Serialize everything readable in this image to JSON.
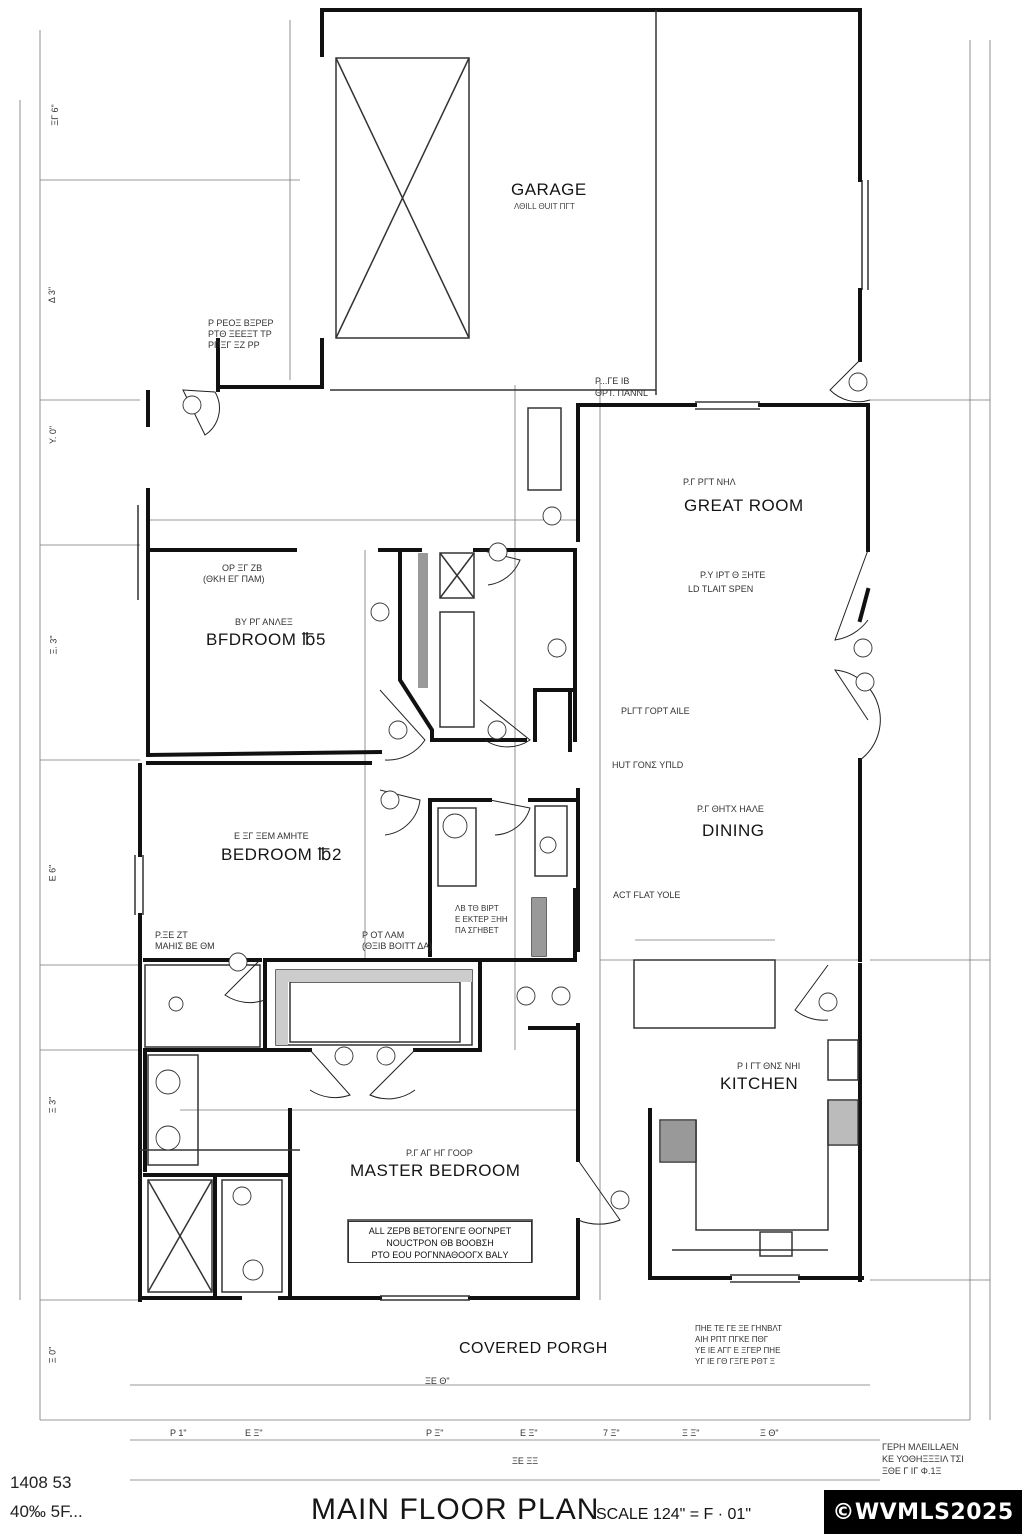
{
  "rooms": {
    "garage": "GARAGE",
    "great_room": "GREAT ROOM",
    "bedroom3": "BFDROOM ℔5",
    "bedroom2": "BEDROOM ℔2",
    "dining": "DINING",
    "kitchen": "KITCHEN",
    "master_bedroom": "MASTER BEDROOM",
    "covered_porch": "COVERED PORGH"
  },
  "notes": {
    "garage_sub": "ΛΘΙLL ΘUIT ΠΓΤ",
    "great_room_sub": "LD TLAIT SPEN",
    "great_room_top": "Ρ.Γ ΡΓΤ ΝΗΛ",
    "great_room_mid": "Ρ.Υ ΙΡΤ Θ ΞΗΤΕ",
    "bedroom3_top": "ΟΡ ΞΓ ΖΒ",
    "bedroom3_sub": "(ΘΚΗ ΕΓ ΠΑΜ)",
    "bedroom3_mid": "ΒΥ ΡΓ ΑΝΛΕΞ",
    "bedroom2_top": "Ε ΞΓ ΞΕΜ ΑΜΗΤΕ",
    "dining_top": "Ρ.Γ ΘΗΤΧ ΗΑΛΕ",
    "plt_lors_aile": "ΡLΓΤ ΓΟΡΤ ΑΙLΕ",
    "hut_ions_yuild": "ΗUΤ ΓΟΝΣ ΥΠLD",
    "act_flat_yole": "ΑCΤ FLΑΤ ΥΟLΕ",
    "kitchen_top": "Ρ Ι ΓΤ ΘΝΣ ΝΗΙ",
    "master_top": "Ρ.Γ ΑΓ ΗΓ ΓΟΟΡ",
    "master_box": "ALL ZΕΡΒ ΒΕΤΟΓΕΝΓΕ ΘΟΓΝΡΕΤ\nΝΟUCΤΡΟΝ ΘΒ ΒΟΟΒΣΗ\nΡΤΟ ΕΟU ΡΟΓΝΝΑΘΟΟΓΧ ΒΑLΥ",
    "bath_left": "Ρ.ΞΕ ΖΤ\nΜΑΗΙΣ ΒΕ ΘΜ",
    "closet_note": "Ρ ΟΤ ΛΑΜ\n(ΘΞΙΒ ΒΟΙΤΤ ΔΑ)",
    "hall_note": "ΛΒ ΤΘ ΒΙΡΤ\nΕ ΕΚΤΕΡ ΞΗΗ\nΠΑ ΣΓΗΒΕΤ",
    "garage_left_note": "Ρ ΡΕΟΞ ΒΞΡΕΡ\nΡΤΘ ΞΕΕΞΤ ΤΡ\nΡΠΞΓ ΞΖ ΡΡ",
    "garage_door_note": "Ρ...ΓΕ ΙΒ\nΘΡΤ. ΠΑΝΝL",
    "porch_note": "ΠΗΕ ΤΕ ΓΕ ΞΕ ΓΗΝΒΛΤ\nΑΙΗ ΡΠΤ ΠΓΚΕ ΠΘΓ\nΥΕ ΙΕ ΑΓΓ Ε ΞΓΕΡ ΠΗΕ\nΥΓ ΙΕ ΓΘ ΓΞΓΕ ΡΘΤ Ξ",
    "corner_note": "ΓΕΡΗ ΜΛΕΙLLΑΕΝ\nΚΕ ΥΟΘΗΞΞΞΙΛ ΤΣΙ\nΞΘΕ Γ ΙΓ Φ.1Ξ"
  },
  "dimensions": {
    "top_left": [
      "ΞΓ 6\"",
      "Δ 3\"",
      "Υ. 0\"",
      "Ξ. 3\"",
      "Ε 6\"",
      "Ξ 3\"",
      "Ξ 0\""
    ],
    "bottom": [
      "Ρ 1\"",
      "Ε Ξ\"",
      "Ρ Ξ\"",
      "Ε Ξ\"",
      "7 Ξ\"",
      "Ξ Ξ\"",
      "Ξ Θ\""
    ],
    "overall_bottom": "ΞΕ ΞΞ",
    "porch_width": "ΞΕ Θ\""
  },
  "title": "MAIN FLOOR PLAN",
  "scale": "SCALE 124\" = F · 01\"",
  "stats": {
    "line1": "1408  53",
    "line2": "40‰  5F..."
  },
  "watermark": "©WVMLS2025"
}
